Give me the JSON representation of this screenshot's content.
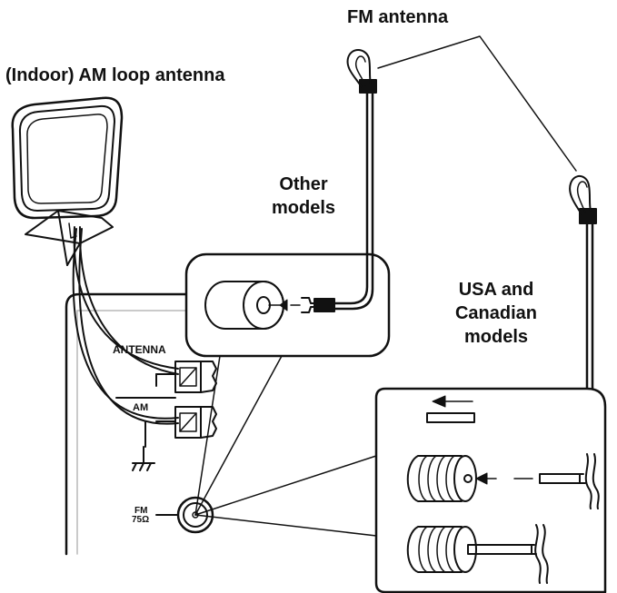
{
  "labels": {
    "fm_antenna": "FM antenna",
    "am_loop": "(Indoor) AM loop antenna",
    "other_models_line1": "Other",
    "other_models_line2": "models",
    "usa_line1": "USA and",
    "usa_line2": "Canadian",
    "usa_line3": "models",
    "antenna": "ANTENNA",
    "am": "AM",
    "fm": "FM",
    "ohm": "75Ω"
  },
  "colors": {
    "stroke": "#111111",
    "panel_gray": "#b8b8b8",
    "background": "#ffffff"
  }
}
